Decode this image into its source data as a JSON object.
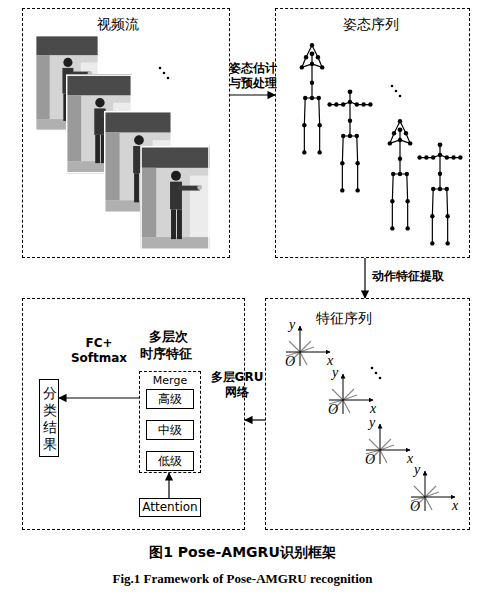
{
  "diagram": {
    "caption": "图1 Pose-AMGRU识别框架",
    "nodes": [
      {
        "text": [
          "视频流"
        ]
      },
      {
        "text": [
          "姿态序列"
        ]
      },
      {
        "text": []
      },
      {
        "text": [
          "分类结果"
        ],
        "in": 2
      },
      {
        "text": [
          "多层次时序特征",
          "Merge"
        ],
        "in": 2
      },
      {
        "text": [
          "高级"
        ],
        "in": 4
      },
      {
        "text": [
          "中级"
        ],
        "in": 4
      },
      {
        "text": [
          "低级"
        ],
        "in": 4
      },
      {
        "text": [
          "Attention"
        ],
        "in": 2
      },
      {
        "text": [
          "特征序列"
        ]
      }
    ],
    "edges": [
      {
        "from": 0,
        "to": 1,
        "arrow": "to",
        "label": "姿态估计 与预处理"
      },
      {
        "from": 1,
        "to": 9,
        "arrow": "to",
        "label": "动作特征提取"
      },
      {
        "from": 9,
        "to": 2,
        "arrow": "to",
        "label": "多层GRU 网络"
      },
      {
        "from": 4,
        "to": 3,
        "arrow": "to",
        "label": "FC+ Softmax"
      },
      {
        "from": 8,
        "to": 4,
        "arrow": "to"
      }
    ],
    "labels": [
      "y",
      "O",
      "x",
      "y",
      "O",
      "x",
      "y",
      "O",
      "x",
      "y",
      "O",
      "x",
      "Fig.1 Framework of Pose-AMGRU recognition"
    ]
  }
}
